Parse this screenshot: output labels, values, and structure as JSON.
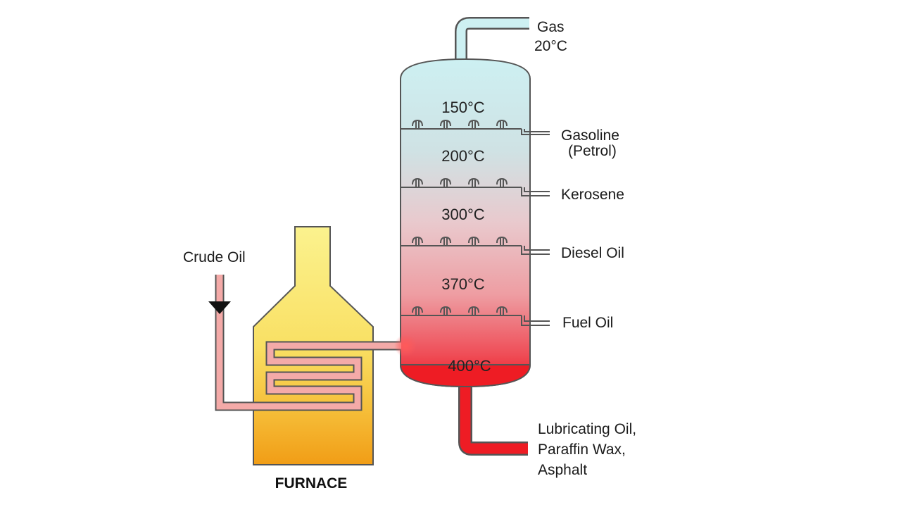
{
  "diagram": {
    "gas_line1": "Gas",
    "gas_line2": "20°C",
    "temps": [
      "150°C",
      "200°C",
      "300°C",
      "370°C",
      "400°C"
    ],
    "products": {
      "gasoline_line1": "Gasoline",
      "gasoline_line2": "(Petrol)",
      "kerosene": "Kerosene",
      "diesel": "Diesel Oil",
      "fuel_oil": "Fuel Oil",
      "residue_line1": "Lubricating Oil,",
      "residue_line2": "Paraffin Wax,",
      "residue_line3": "Asphalt"
    },
    "crude_oil": "Crude Oil",
    "furnace": "FURNACE"
  },
  "colors": {
    "column_top": "#cdf0f2",
    "column_mid": "#e8c8cc",
    "column_bottom": "#ef3a48",
    "residue": "#ee1c24",
    "furnace_top": "#fbf08a",
    "furnace_bottom": "#f3a318",
    "pipe": "#f4aaa8"
  }
}
